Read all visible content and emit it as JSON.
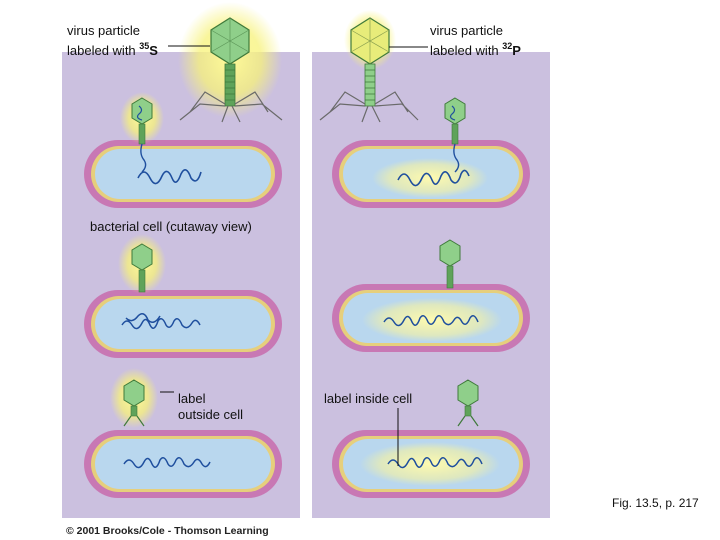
{
  "labels": {
    "left_particle_line1": "virus particle",
    "left_particle_line2": "labeled with",
    "left_isotope_mass": "35",
    "left_isotope_symbol": "S",
    "right_particle_line1": "virus particle",
    "right_particle_line2": "labeled with",
    "right_isotope_mass": "32",
    "right_isotope_symbol": "P",
    "bacterial_cell": "bacterial cell (cutaway view)",
    "label_outside_line1": "label",
    "label_outside_line2": "outside cell",
    "label_inside": "label inside cell",
    "figure_ref": "Fig. 13.5, p. 217",
    "copyright": "© 2001 Brooks/Cole - Thomson Learning"
  },
  "colors": {
    "panel": "#cbc0df",
    "membrane_outer": "#c878b4",
    "membrane_wall": "#e6cf7c",
    "cytoplasm": "#b9d7ee",
    "glow": "#f4f07a",
    "phage_head": "#8fcf8a",
    "phage_tail": "#5fa35a",
    "dna": "#1f4f9e",
    "line": "#111111"
  }
}
